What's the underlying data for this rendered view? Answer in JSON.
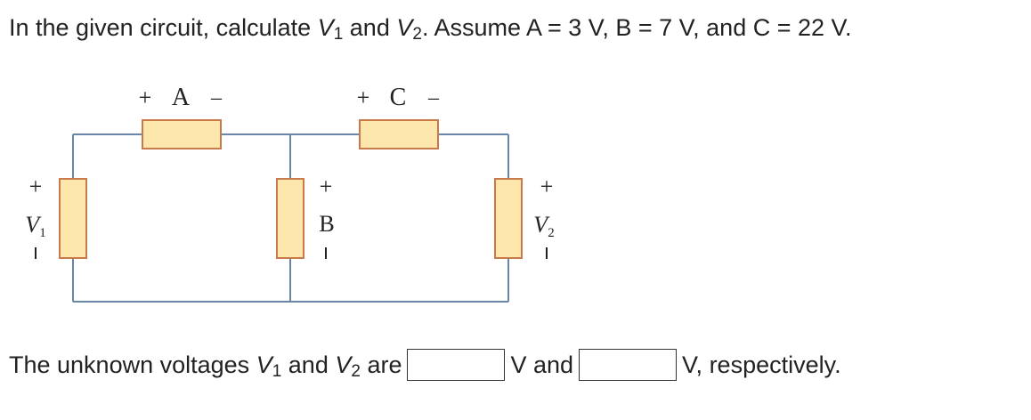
{
  "question": {
    "prefix": "In the given circuit, calculate ",
    "v1_base": "V",
    "v1_sub": "1",
    "and_text": " and ",
    "v2_base": "V",
    "v2_sub": "2",
    "suffix": ". Assume A = 3 V, B = 7 V, and C = 22 V."
  },
  "circuit": {
    "labels": {
      "a_plus": "+",
      "a_name": "A",
      "a_minus": "–",
      "c_plus": "+",
      "c_name": "C",
      "c_minus": "–",
      "b_plus": "+",
      "b_name": "B",
      "b_minus": "–",
      "v1_plus": "+",
      "v1_name": "V",
      "v1_sub": "1",
      "v1_minus": "–",
      "v2_plus": "+",
      "v2_name": "V",
      "v2_sub": "2",
      "v2_minus": "–"
    },
    "colors": {
      "wire": "#6a86a6",
      "element_fill": "#fde6ab",
      "element_stroke": "#c97a4a"
    }
  },
  "answer": {
    "prefix": "The unknown voltages ",
    "v1_base": "V",
    "v1_sub": "1",
    "and_text": " and ",
    "v2_base": "V",
    "v2_sub": "2",
    "are_text": " are",
    "box1_value": "",
    "between_text": "V and",
    "box2_value": "",
    "suffix": "V, respectively."
  }
}
